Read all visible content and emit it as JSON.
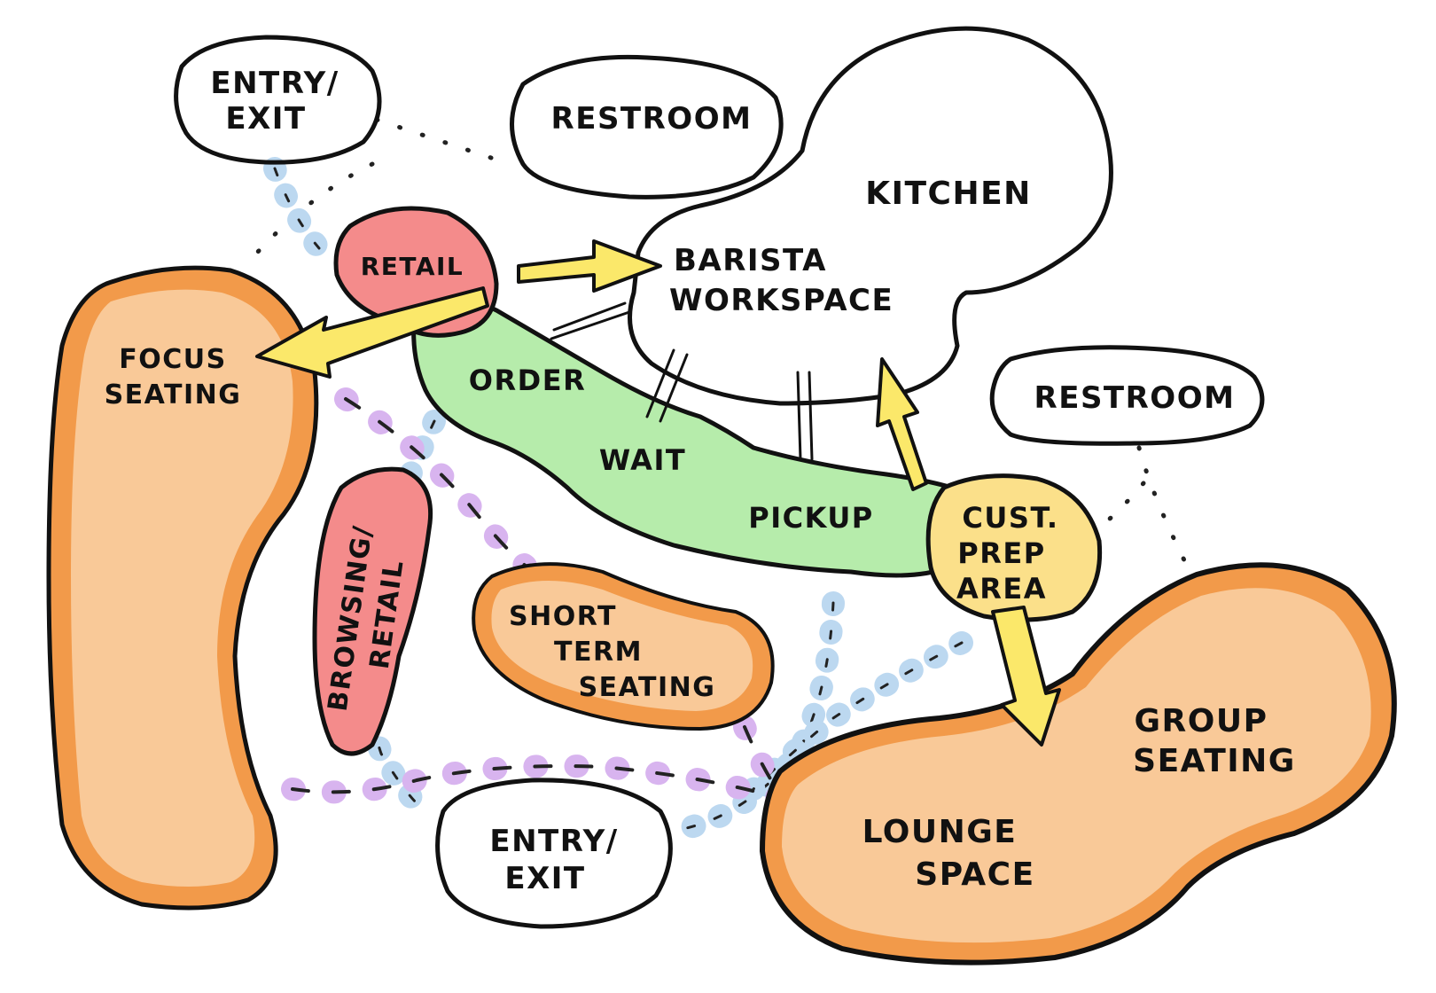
{
  "colors": {
    "seating_fill": "#f9c998",
    "seating_edge": "#f29a4a",
    "retail_fill": "#f48b8b",
    "service_fill": "#b6ecab",
    "prep_fill": "#fbe08a",
    "arrow_fill": "#fbe86a",
    "arrow_glow": "#f8e23a",
    "circulation_dots": "#bcd8f0",
    "dash_path": "#d8b4ef",
    "room_fill": "#ffffff"
  },
  "spaces": {
    "entry_top": [
      "ENTRY/",
      "EXIT"
    ],
    "restroom_top": "RESTROOM",
    "kitchen": "KITCHEN",
    "retail": "RETAIL",
    "barista": [
      "BARISTA",
      "WORKSPACE"
    ],
    "focus": [
      "FOCUS",
      "SEATING"
    ],
    "order": "ORDER",
    "wait": "WAIT",
    "pickup": "PICKUP",
    "cust_prep": [
      "CUST.",
      "PREP",
      "AREA"
    ],
    "restroom_right": "RESTROOM",
    "browsing": [
      "BROWSING/",
      "RETAIL"
    ],
    "short_term": [
      "SHORT",
      "TERM",
      "SEATING"
    ],
    "group": [
      "GROUP",
      "SEATING"
    ],
    "lounge": [
      "LOUNGE",
      "SPACE"
    ],
    "entry_bottom": [
      "ENTRY/",
      "EXIT"
    ]
  }
}
